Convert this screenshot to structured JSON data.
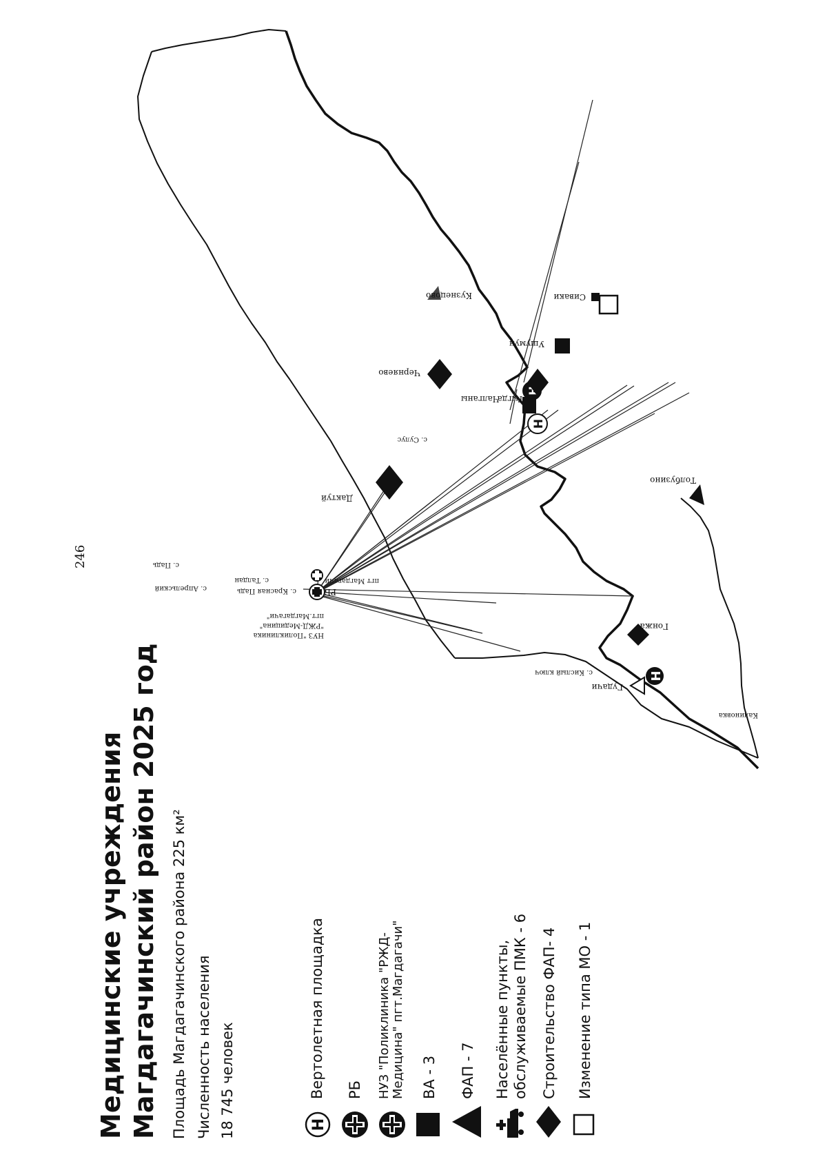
{
  "page_number": "246",
  "title": {
    "line1": "Медицинские учреждения",
    "line2": "Магдагачинский район 2025 год"
  },
  "info": {
    "area": "Площадь Магдагачинского района 225 км²",
    "population_label": "Численность населения",
    "population_value": "18 745 человек"
  },
  "legend": [
    {
      "icon": "helipad-icon",
      "label_lines": [
        "Вертолетная площадка"
      ]
    },
    {
      "icon": "hospital-cross-icon",
      "label_lines": [
        "РБ"
      ]
    },
    {
      "icon": "clinic-cross-icon",
      "label_lines": [
        "НУЗ \"Поликлиника \"РЖД-",
        "Медицина\" пгт.Магдагачи\""
      ]
    },
    {
      "icon": "square-icon",
      "label_lines": [
        "ВА - 3"
      ]
    },
    {
      "icon": "triangle-icon",
      "label_lines": [
        "ФАП - 7"
      ]
    },
    {
      "icon": "mobile-unit-icon",
      "label_lines": [
        "Населённые пункты,",
        "обслуживаемые ПМК - 6"
      ]
    },
    {
      "icon": "diamond-icon",
      "label_lines": [
        "Строительство ФАП- 4"
      ]
    },
    {
      "icon": "outline-square-icon",
      "label_lines": [
        "Изменение типа МО - 1"
      ]
    }
  ],
  "map": {
    "hub_label": "РБ",
    "center_label": "пгт Магдагачи",
    "clinic_label_lines": [
      "НУЗ \"Поликлиника",
      "\"РЖД-Медицина\"",
      "пгт.Магдагачи\""
    ],
    "places": {
      "gudachi": "Гудачи",
      "kislyi_klyuch": "с. Кислый ключ",
      "gonzha": "Гонжа",
      "tolbuzino": "Толбузино",
      "krasnaya_pad": "с. Красная Падь",
      "taldan": "с. Талдан",
      "aprelsky": "с. Апрельский",
      "pad": "с. Падь",
      "daktuy": "Дактуй",
      "sulus": "с. Сулус",
      "tygda": "Тыгда",
      "chalgany": "Чалганы",
      "ushumun": "Ушумун",
      "sivaki": "Сиваки",
      "kuznetsovo": "Кузнецово",
      "chernyaevo": "Черняево",
      "kalinovka": "Калиновка"
    }
  }
}
